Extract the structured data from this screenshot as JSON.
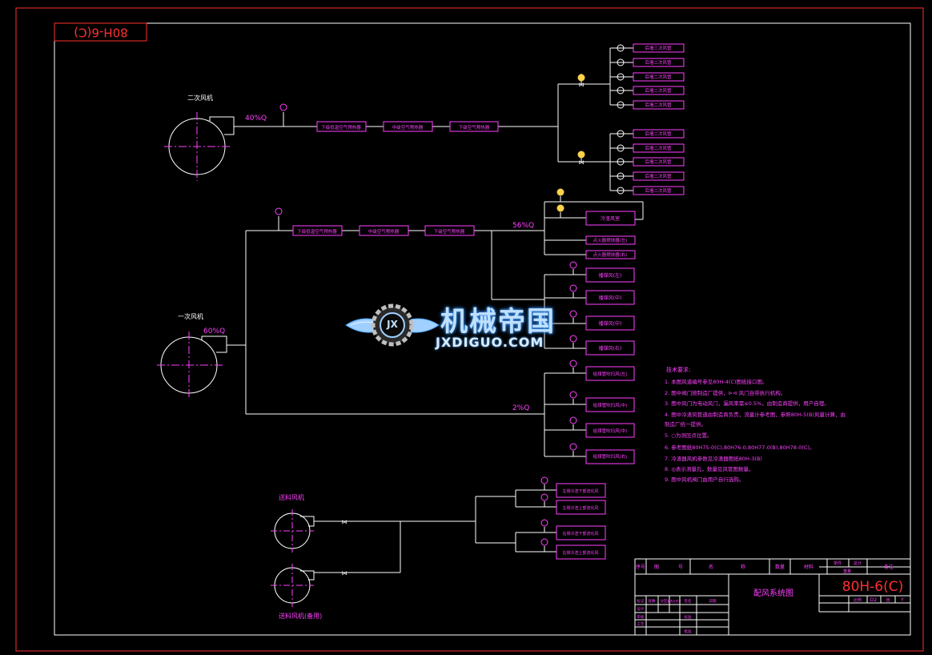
{
  "sheet": {
    "code_rotated": "80H-6(C)",
    "title": "配风系统图",
    "drawing_code": "80H-6(C)"
  },
  "fans": {
    "secondary_fan_label": "二次风机",
    "secondary_fan_pct": "40%Q",
    "primary_fan_label": "一次风机",
    "primary_fan_pct": "60%Q",
    "feed_fan_label": "送料风机",
    "feed_fan_backup_label": "送料风机(备用)"
  },
  "secondary_line": {
    "heaters": [
      "下级低温空气预热器",
      "中级空气预热器",
      "下级空气预热器"
    ],
    "upper_group": [
      "后墙三次风管",
      "后墙二次风管",
      "后墙二次风管",
      "后墙二次风管",
      "后墙二次风管"
    ],
    "lower_group": [
      "后墙二次风管",
      "后墙二次风管",
      "后墙二次风管",
      "后墙二次风管",
      "后墙二次风管"
    ]
  },
  "primary_line": {
    "heaters": [
      "下级低温空气预热器",
      "中级空气预热器",
      "下级空气预热器"
    ],
    "pct_upper": "56%Q",
    "pct_lower": "2%Q",
    "upper_branches": [
      "冷渣风室",
      "点火器燃烧器(左)",
      "点火器燃烧器(右)"
    ],
    "middle_branches": [
      "播煤风(左)",
      "播煤风(中)",
      "播煤风(中)",
      "播煤风(右)"
    ],
    "lower_branches": [
      "给煤管吹扫风(左)",
      "给煤管吹扫风(中)",
      "给煤管吹扫风(中)",
      "给煤管吹扫风(右)"
    ]
  },
  "feed_line": {
    "branches": [
      "左侧冷渣下部流化风",
      "左侧冷渣上部流化风",
      "右侧冷渣下部流化风",
      "右侧冷渣上部流化风"
    ]
  },
  "notes": {
    "heading": "技术要求:",
    "items": [
      "1. 本图风道编号参见80H-4(C)图纸接口图。",
      "2. 图中阀门按制造厂提供，⊳⊲ 风门自带执行机构。",
      "3. 图中风门为电动风门，漏风率需≤0.5%，由制造商提供，用户自理。",
      "4. 图中冷渣风管道由制造商负责，流量计参考图，参照80H-5(B)风量计算，由",
      "   制造厂统一提供。",
      "5. ○为测压点位置。",
      "6. 参考图纸80H75-0(C),80H76-0;80H77-0(B),80H78-0(C)。",
      "7. 冷渣器风机参数见冷渣器图纸80H-3(B)",
      "8. ◎表示测量孔，数量见风管图数量。",
      "9. 图中风机阀门由用户自行选购。"
    ]
  },
  "title_block": {
    "header_cols": [
      "序号",
      "图",
      "号",
      "名",
      "称",
      "数量",
      "材料",
      "单件",
      "总计",
      "备注"
    ],
    "weight_label": "重量",
    "scale_cols": [
      "比例",
      "D2",
      "张",
      "Y"
    ],
    "sign_rows": [
      "设计",
      "审核",
      "工艺",
      "标准",
      "批准"
    ],
    "sign_cols": [
      "标记",
      "处数",
      "分区",
      "更改文件号",
      "签名",
      "日期"
    ]
  },
  "watermark": {
    "title": "机械帝国",
    "subtitle": "JXDIGUO.COM",
    "emblem": "JX"
  },
  "colors": {
    "frame_red": "#ff3030",
    "line_white": "#ffffff",
    "magenta": "#ff40ff",
    "valve_yellow": "#ffd24a"
  }
}
